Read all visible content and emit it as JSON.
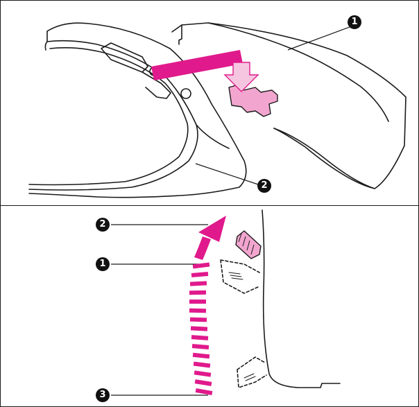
{
  "colors": {
    "line": "#1a1a1a",
    "accent": "#e01a8c",
    "accent_light": "#f2a6cf",
    "background": "#ffffff"
  },
  "top_panel": {
    "callouts": [
      "1",
      "2"
    ]
  },
  "bottom_panel": {
    "callouts": [
      "2",
      "1",
      "3"
    ]
  }
}
